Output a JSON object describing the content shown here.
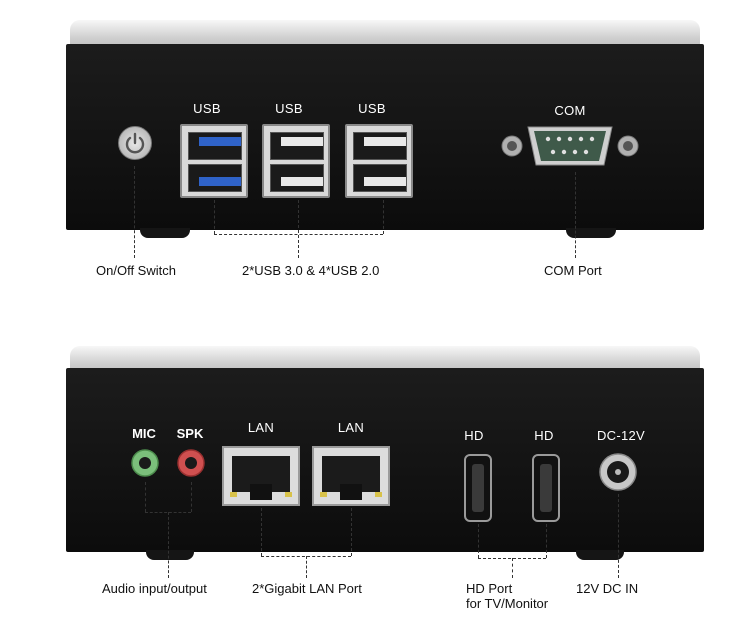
{
  "top_panel": {
    "port_labels": {
      "usb_1": "USB",
      "usb_2": "USB",
      "usb_3": "USB",
      "com": "COM"
    },
    "captions": {
      "power": "On/Off  Switch",
      "usb": "2*USB 3.0 & 4*USB 2.0",
      "com": "COM Port"
    }
  },
  "bottom_panel": {
    "port_labels": {
      "mic": "MIC",
      "spk": "SPK",
      "lan_1": "LAN",
      "lan_2": "LAN",
      "hd_1": "HD",
      "hd_2": "HD",
      "dc": "DC-12V"
    },
    "captions": {
      "audio": "Audio input/output",
      "lan": "2*Gigabit LAN Port",
      "hd_line1": "HD Port",
      "hd_line2": "for TV/Monitor",
      "dc": "12V DC IN"
    }
  },
  "icons": [
    "power-icon",
    "usb-port-icon",
    "com-port-icon",
    "audio-jack-icon",
    "lan-port-icon",
    "hdmi-port-icon",
    "dc-jack-icon"
  ],
  "colors": {
    "body": "#111111",
    "lid": "#d5d5d5",
    "usb3_blue": "#2f63c9",
    "mic_green": "#7bbf7b",
    "spk_red": "#d05050"
  }
}
